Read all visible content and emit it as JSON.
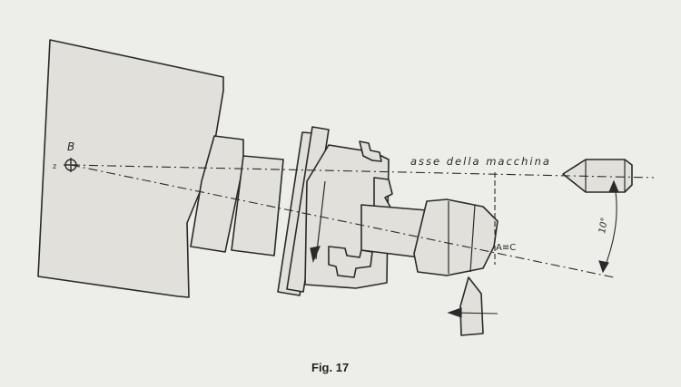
{
  "figure": {
    "caption": "Fig. 17",
    "labels": {
      "point_b": "B",
      "point_z": "z",
      "axis": "asse della macchina",
      "angle": "10°",
      "point_ac": "A≡C"
    }
  },
  "colors": {
    "paper": "#ededea",
    "ink": "#2a2a2a",
    "fill": "#e2e0da"
  }
}
